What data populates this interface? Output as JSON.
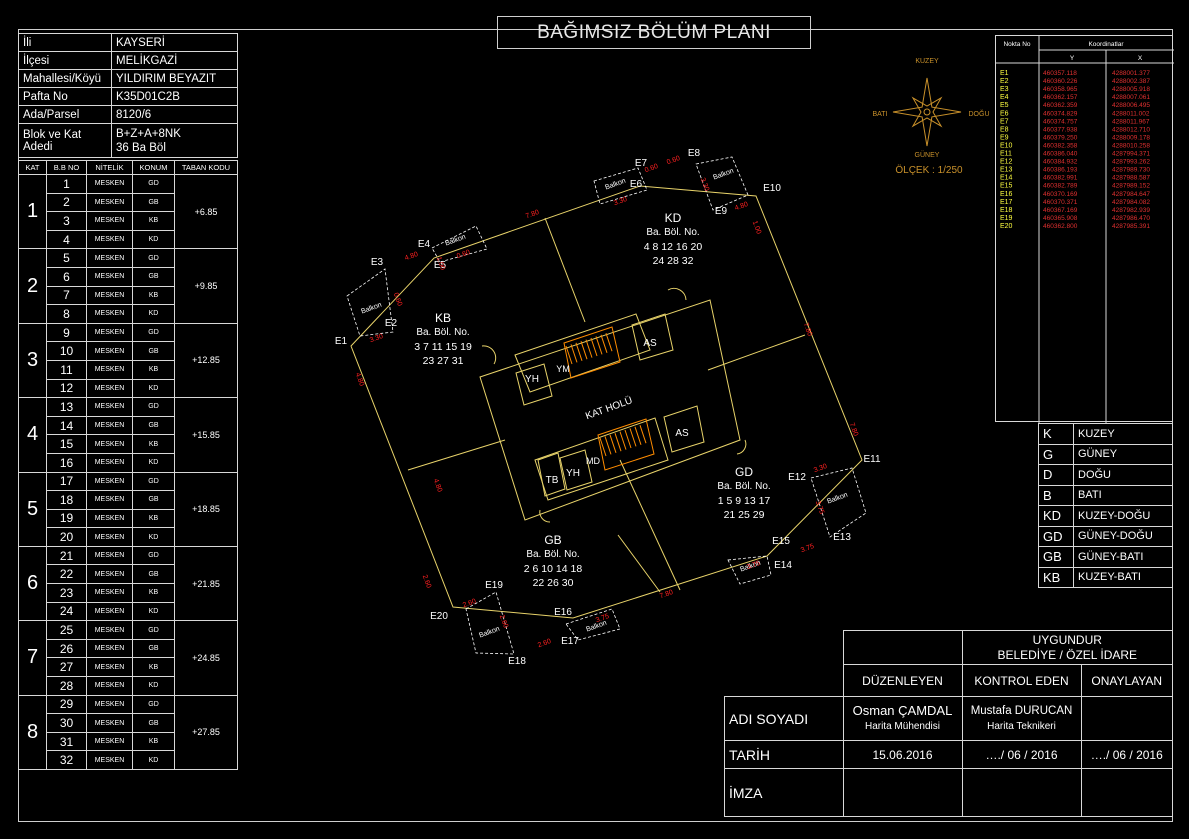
{
  "title": "BAĞIMSIZ BÖLÜM PLANI",
  "info": [
    {
      "label": "İli",
      "value": "KAYSERİ"
    },
    {
      "label": "İlçesi",
      "value": "MELİKGAZİ"
    },
    {
      "label": "Mahallesi/Köyü",
      "value": "YILDIRIM BEYAZIT"
    },
    {
      "label": "Pafta No",
      "value": "K35D01C2B"
    },
    {
      "label": "Ada/Parsel",
      "value": "8120/6"
    },
    {
      "label": "Blok ve Kat Adedi",
      "value": "B+Z+A+8NK",
      "value2": "36 Ba Böl"
    }
  ],
  "units_table": {
    "headers": [
      "KAT",
      "B.B NO",
      "NİTELİK",
      "KONUM",
      "TABAN KODU"
    ],
    "floors": [
      {
        "kat": "1",
        "taban": "+6.85",
        "rows": [
          [
            "1",
            "MESKEN",
            "GD"
          ],
          [
            "2",
            "MESKEN",
            "GB"
          ],
          [
            "3",
            "MESKEN",
            "KB"
          ],
          [
            "4",
            "MESKEN",
            "KD"
          ]
        ]
      },
      {
        "kat": "2",
        "taban": "+9.85",
        "rows": [
          [
            "5",
            "MESKEN",
            "GD"
          ],
          [
            "6",
            "MESKEN",
            "GB"
          ],
          [
            "7",
            "MESKEN",
            "KB"
          ],
          [
            "8",
            "MESKEN",
            "KD"
          ]
        ]
      },
      {
        "kat": "3",
        "taban": "+12.85",
        "rows": [
          [
            "9",
            "MESKEN",
            "GD"
          ],
          [
            "10",
            "MESKEN",
            "GB"
          ],
          [
            "11",
            "MESKEN",
            "KB"
          ],
          [
            "12",
            "MESKEN",
            "KD"
          ]
        ]
      },
      {
        "kat": "4",
        "taban": "+15.85",
        "rows": [
          [
            "13",
            "MESKEN",
            "GD"
          ],
          [
            "14",
            "MESKEN",
            "GB"
          ],
          [
            "15",
            "MESKEN",
            "KB"
          ],
          [
            "16",
            "MESKEN",
            "KD"
          ]
        ]
      },
      {
        "kat": "5",
        "taban": "+18.85",
        "rows": [
          [
            "17",
            "MESKEN",
            "GD"
          ],
          [
            "18",
            "MESKEN",
            "GB"
          ],
          [
            "19",
            "MESKEN",
            "KB"
          ],
          [
            "20",
            "MESKEN",
            "KD"
          ]
        ]
      },
      {
        "kat": "6",
        "taban": "+21.85",
        "rows": [
          [
            "21",
            "MESKEN",
            "GD"
          ],
          [
            "22",
            "MESKEN",
            "GB"
          ],
          [
            "23",
            "MESKEN",
            "KB"
          ],
          [
            "24",
            "MESKEN",
            "KD"
          ]
        ]
      },
      {
        "kat": "7",
        "taban": "+24.85",
        "rows": [
          [
            "25",
            "MESKEN",
            "GD"
          ],
          [
            "26",
            "MESKEN",
            "GB"
          ],
          [
            "27",
            "MESKEN",
            "KB"
          ],
          [
            "28",
            "MESKEN",
            "KD"
          ]
        ]
      },
      {
        "kat": "8",
        "taban": "+27.85",
        "rows": [
          [
            "29",
            "MESKEN",
            "GD"
          ],
          [
            "30",
            "MESKEN",
            "GB"
          ],
          [
            "31",
            "MESKEN",
            "KB"
          ],
          [
            "32",
            "MESKEN",
            "KD"
          ]
        ]
      }
    ]
  },
  "compass": {
    "north": "KUZEY",
    "south": "GÜNEY",
    "east": "DOĞU",
    "west": "BATI",
    "scale": "ÖLÇEK : 1/250"
  },
  "coordinates": {
    "header_no": "Nokta No",
    "header_coords": "Koordinatlar",
    "header_y": "Y",
    "header_x": "X",
    "rows": [
      [
        "E1",
        "460357.118",
        "4288001.377"
      ],
      [
        "E2",
        "460360.226",
        "4288002.387"
      ],
      [
        "E3",
        "460358.965",
        "4288005.918"
      ],
      [
        "E4",
        "460362.157",
        "4288007.061"
      ],
      [
        "E5",
        "460362.359",
        "4288006.495"
      ],
      [
        "E6",
        "460374.829",
        "4288011.002"
      ],
      [
        "E7",
        "460374.757",
        "4288011.967"
      ],
      [
        "E8",
        "460377.938",
        "4288012.710"
      ],
      [
        "E9",
        "460379.250",
        "4288009.178"
      ],
      [
        "E10",
        "460382.358",
        "4288010.258"
      ],
      [
        "E11",
        "460386.040",
        "4287994.371"
      ],
      [
        "E12",
        "460384.932",
        "4287993.262"
      ],
      [
        "E13",
        "460386.193",
        "4287989.730"
      ],
      [
        "E14",
        "460382.991",
        "4287988.587"
      ],
      [
        "E15",
        "460382.789",
        "4287989.152"
      ],
      [
        "E16",
        "460370.169",
        "4287984.647"
      ],
      [
        "E17",
        "460370.371",
        "4287984.082"
      ],
      [
        "E18",
        "460367.169",
        "4287982.939"
      ],
      [
        "E19",
        "460365.908",
        "4287986.470"
      ],
      [
        "E20",
        "460362.800",
        "4287985.391"
      ]
    ]
  },
  "legend": [
    {
      "code": "K",
      "name": "KUZEY"
    },
    {
      "code": "G",
      "name": "GÜNEY"
    },
    {
      "code": "D",
      "name": "DOĞU"
    },
    {
      "code": "B",
      "name": "BATI"
    },
    {
      "code": "KD",
      "name": "KUZEY-DOĞU"
    },
    {
      "code": "GD",
      "name": "GÜNEY-DOĞU"
    },
    {
      "code": "GB",
      "name": "GÜNEY-BATI"
    },
    {
      "code": "KB",
      "name": "KUZEY-BATI"
    }
  ],
  "plan": {
    "kd": {
      "name": "KD",
      "sub": "Ba. Böl. No.",
      "line1": "4 8 12 16 20",
      "line2": "24 28 32"
    },
    "kb": {
      "name": "KB",
      "sub": "Ba. Böl. No.",
      "line1": "3 7 11 15 19",
      "line2": "23 27 31"
    },
    "gd": {
      "name": "GD",
      "sub": "Ba. Böl. No.",
      "line1": "1 5 9 13 17",
      "line2": "21 25 29"
    },
    "gb": {
      "name": "GB",
      "sub": "Ba. Böl. No.",
      "line1": "2 6 10 14 18",
      "line2": "22 26 30"
    },
    "hall": "KAT HOLÜ",
    "rooms": {
      "as": "AS",
      "ym": "YM",
      "yh": "YH",
      "md": "MD",
      "tb": "TB"
    },
    "balcony": "Balkon",
    "dims": [
      "7.80",
      "7.80",
      "7.80",
      "7.80",
      "4.80",
      "4.80",
      "4.80",
      "4.80",
      "3.30",
      "3.30",
      "3.30",
      "3.30",
      "3.75",
      "3.75",
      "3.75",
      "3.75",
      "2.60",
      "2.60",
      "2.60",
      "2.60",
      "0.60",
      "0.60",
      "0.60",
      "0.60",
      "1.00",
      "1.00",
      "1.00",
      "1.00",
      "8.60",
      "8.60",
      "8.90",
      "8.80"
    ]
  },
  "signature": {
    "approval_title": "UYGUNDUR",
    "approval_org": "BELEDİYE / ÖZEL İDARE",
    "duzenleyen": "DÜZENLEYEN",
    "kontrol": "KONTROL EDEN",
    "onaylayan": "ONAYLAYAN",
    "adi_soyadi": "ADI SOYADI",
    "tarih": "TARİH",
    "imza": "İMZA",
    "duz_name": "Osman ÇAMDAL",
    "duz_title": "Harita Mühendisi",
    "kon_name": "Mustafa DURUCAN",
    "kon_title": "Harita Teknikeri",
    "duz_date": "15.06.2016",
    "kon_date": "…./ 06 / 2016",
    "ona_date": "…./ 06 / 2016"
  },
  "colors": {
    "line": "#e8d36a",
    "dim": "#ff2020",
    "coord": "#e03030",
    "pt": "#ffff40",
    "compass": "#c8902a"
  }
}
